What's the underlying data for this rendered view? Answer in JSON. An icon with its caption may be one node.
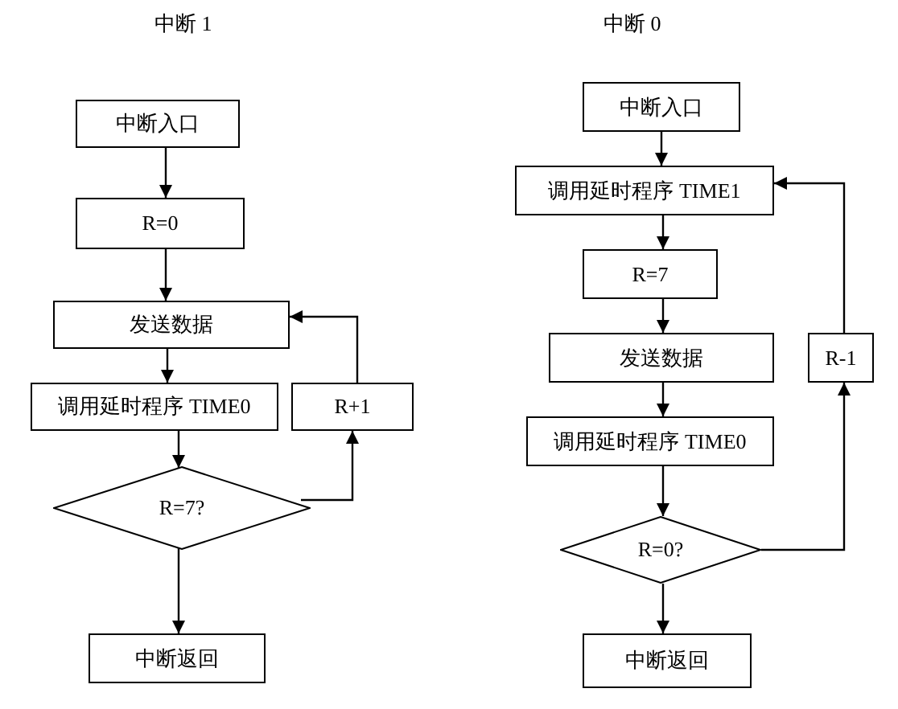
{
  "diagram": {
    "nodes": [
      {
        "text": [
          "中断入口"
        ]
      },
      {
        "text": [
          "R=0"
        ]
      },
      {
        "text": [
          "发送数据"
        ]
      },
      {
        "text": [
          "调用延时程序 TIME0"
        ]
      },
      {
        "text": [
          "R+1"
        ]
      },
      {
        "text": [
          "R=7?"
        ]
      },
      {
        "text": [
          "中断返回"
        ]
      },
      {
        "text": [
          "中断入口"
        ]
      },
      {
        "text": [
          "调用延时程序 TIME1"
        ]
      },
      {
        "text": [
          "R=7"
        ]
      },
      {
        "text": [
          "发送数据"
        ]
      },
      {
        "text": [
          "调用延时程序 TIME0"
        ]
      },
      {
        "text": [
          "R-1"
        ]
      },
      {
        "text": [
          "R=0?"
        ]
      },
      {
        "text": [
          "中断返回"
        ]
      }
    ],
    "edges": [
      {
        "from": 0,
        "to": 1,
        "arrow": "to"
      },
      {
        "from": 1,
        "to": 2,
        "arrow": "to"
      },
      {
        "from": 2,
        "to": 3,
        "arrow": "to"
      },
      {
        "from": 3,
        "to": 5,
        "arrow": "to"
      },
      {
        "from": 5,
        "to": 6,
        "arrow": "to"
      },
      {
        "from": 5,
        "to": 4,
        "arrow": "to"
      },
      {
        "from": 4,
        "to": 2,
        "arrow": "to"
      },
      {
        "from": 7,
        "to": 8,
        "arrow": "to"
      },
      {
        "from": 8,
        "to": 9,
        "arrow": "to"
      },
      {
        "from": 9,
        "to": 10,
        "arrow": "to"
      },
      {
        "from": 10,
        "to": 11,
        "arrow": "to"
      },
      {
        "from": 11,
        "to": 13,
        "arrow": "to"
      },
      {
        "from": 13,
        "to": 14,
        "arrow": "to"
      },
      {
        "from": 13,
        "to": 12,
        "arrow": "to"
      },
      {
        "from": 12,
        "to": 8,
        "arrow": "to"
      }
    ],
    "labels": [
      "中断 1",
      "中断 0"
    ]
  }
}
